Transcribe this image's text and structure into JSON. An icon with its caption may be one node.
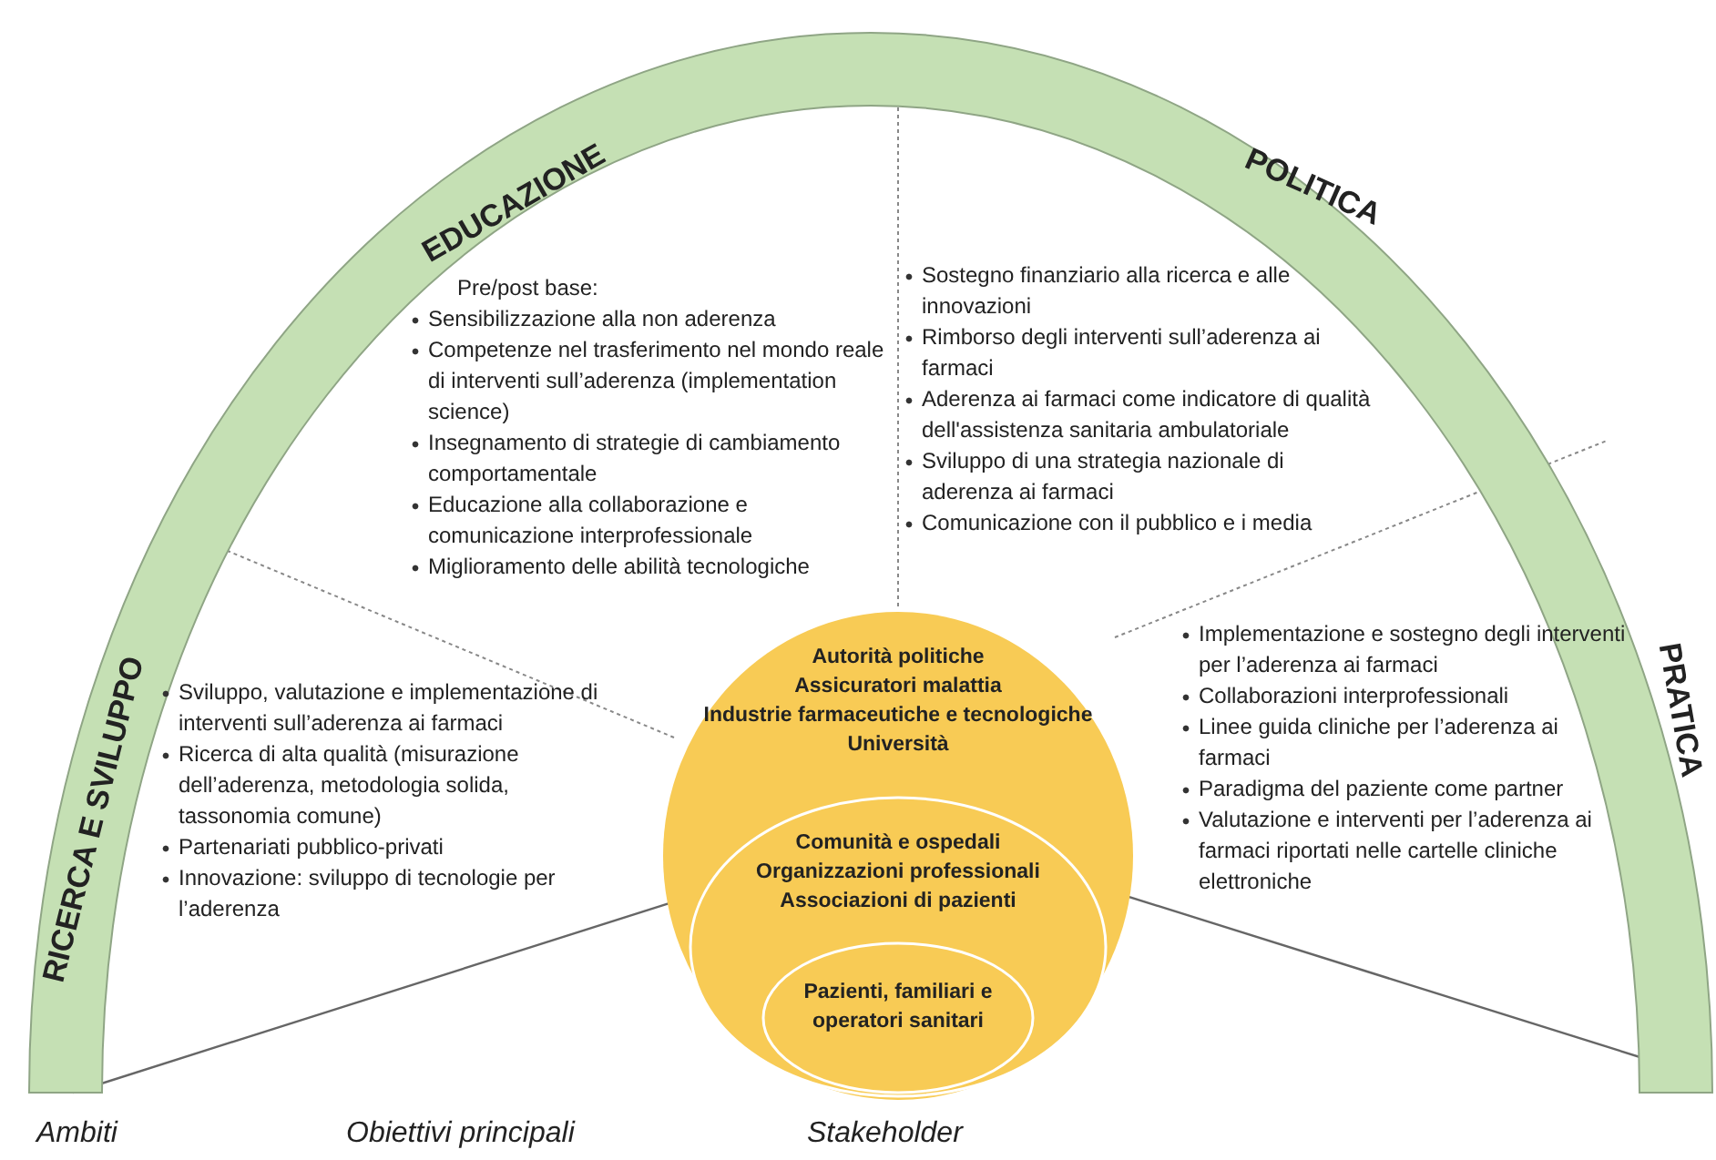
{
  "diagram": {
    "nodes": [
      {
        "text": [
          "RICERCA E SVILUPPO",
          "EDUCAZIONE",
          "POLITICA",
          "PRATICA"
        ]
      },
      {
        "text": [
          "Autorità politiche",
          "Assicuratori malattia",
          "Industrie farmaceutiche e tecnologiche",
          "Università"
        ]
      },
      {
        "text": [
          "Comunità e ospedali",
          "Organizzazioni professionali",
          "Associazioni di pazienti"
        ],
        "in": 1
      },
      {
        "text": [
          "Pazienti, familiari e operatori sanitari"
        ],
        "in": 2
      }
    ],
    "labels": [
      "Pre/post base:",
      "Sensibilizzazione alla non aderenza",
      "Competenze nel trasferimento nel mondo reale di interventi sull’aderenza (implementation science)",
      "Insegnamento di strategie di cambiamento comportamentale",
      "Educazione alla collaborazione e comunicazione interprofessionale",
      "Miglioramento delle abilità tecnologiche",
      "Sostegno finanziario alla ricerca e alle innovazioni",
      "Rimborso degli interventi sull’aderenza ai farmaci",
      "Aderenza ai farmaci come indicatore di qualità dell'assistenza sanitaria ambulatoriale",
      "Sviluppo di una strategia nazionale di aderenza ai farmaci",
      "Comunicazione con il pubblico e i media",
      "Sviluppo, valutazione e implementazione di interventi sull’aderenza ai farmaci",
      "Ricerca di alta qualità (misurazione dell’aderenza, metodologia solida, tassonomia comune)",
      "Partenariati pubblico-privati",
      "Innovazione: sviluppo di tecnologie per l’aderenza",
      "Implementazione e sostegno degli interventi per l’aderenza ai farmaci",
      "Collaborazioni interprofessionali",
      "Linee guida cliniche per l’aderenza ai farmaci",
      "Paradigma del paziente come partner",
      "Valutazione e interventi per l’aderenza ai farmaci riportati nelle cartelle cliniche elettroniche",
      "Ambiti",
      "Obiettivi principali",
      "Stakeholder"
    ]
  }
}
